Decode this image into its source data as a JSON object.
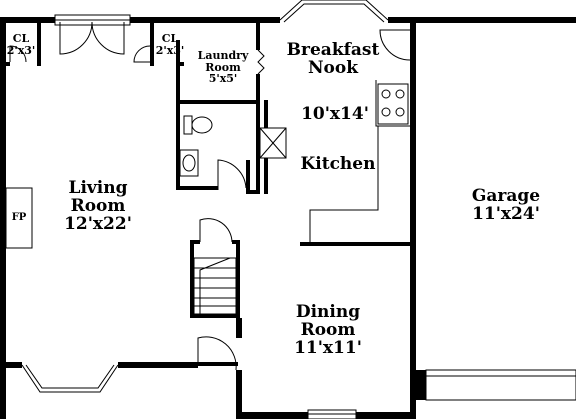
{
  "rooms": {
    "closet_left": {
      "name": "CL",
      "dim": "2'x3'"
    },
    "closet_right": {
      "name": "CL",
      "dim": "2'x3'"
    },
    "laundry": {
      "name_line1": "Laundry",
      "name_line2": "Room",
      "dim": "5'x5'"
    },
    "breakfast": {
      "name_line1": "Breakfast",
      "name_line2": "Nook",
      "dim": "10'x14'"
    },
    "kitchen": {
      "name": "Kitchen"
    },
    "living": {
      "name_line1": "Living",
      "name_line2": "Room",
      "dim": "12'x22'"
    },
    "fireplace": {
      "name": "FP"
    },
    "garage": {
      "name": "Garage",
      "dim": "11'x24'"
    },
    "dining": {
      "name_line1": "Dining",
      "name_line2": "Room",
      "dim": "11'x11'"
    }
  }
}
